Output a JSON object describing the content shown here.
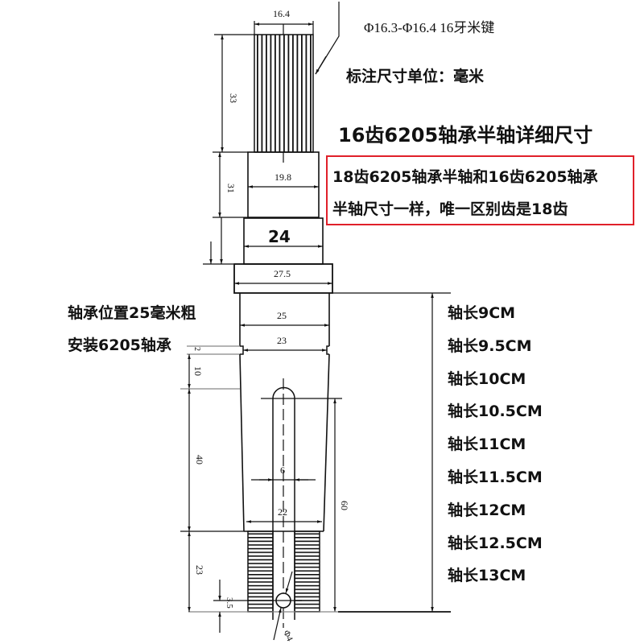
{
  "spec": {
    "spline_label": "Φ16.3-Φ16.4  16牙米键"
  },
  "notes": {
    "unit": "标注尺寸单位：毫米",
    "title": "16齿6205轴承半轴详细尺寸",
    "highlight_line1": "18齿6205轴承半轴和16齿6205轴承",
    "highlight_line2": "半轴尺寸一样，唯一区别齿是18齿",
    "highlight_border_color": "#e0202a",
    "bearing_line1": "轴承位置25毫米粗",
    "bearing_line2": "安装6205轴承"
  },
  "dimensions": {
    "spline_width": "16.4",
    "spline_length": "33",
    "section1_width": "19.8",
    "section1_length": "31",
    "section2_width": "24",
    "collar_width": "27.5",
    "bearing_seat_width": "25",
    "groove_width": "23",
    "groove_height": "2",
    "step_length": "10",
    "taper_length": "40",
    "slot_width": "6",
    "taper_end_width": "22",
    "slot_length": "60",
    "bottom_spline_length": "23",
    "hole_offset": "3.5",
    "hole_diameter": "Φ4"
  },
  "shaft_lengths": [
    "轴长9CM",
    "轴长9.5CM",
    "轴长10CM",
    "轴长10.5CM",
    "轴长11CM",
    "轴长11.5CM",
    "轴长12CM",
    "轴长12.5CM",
    "轴长13CM"
  ]
}
